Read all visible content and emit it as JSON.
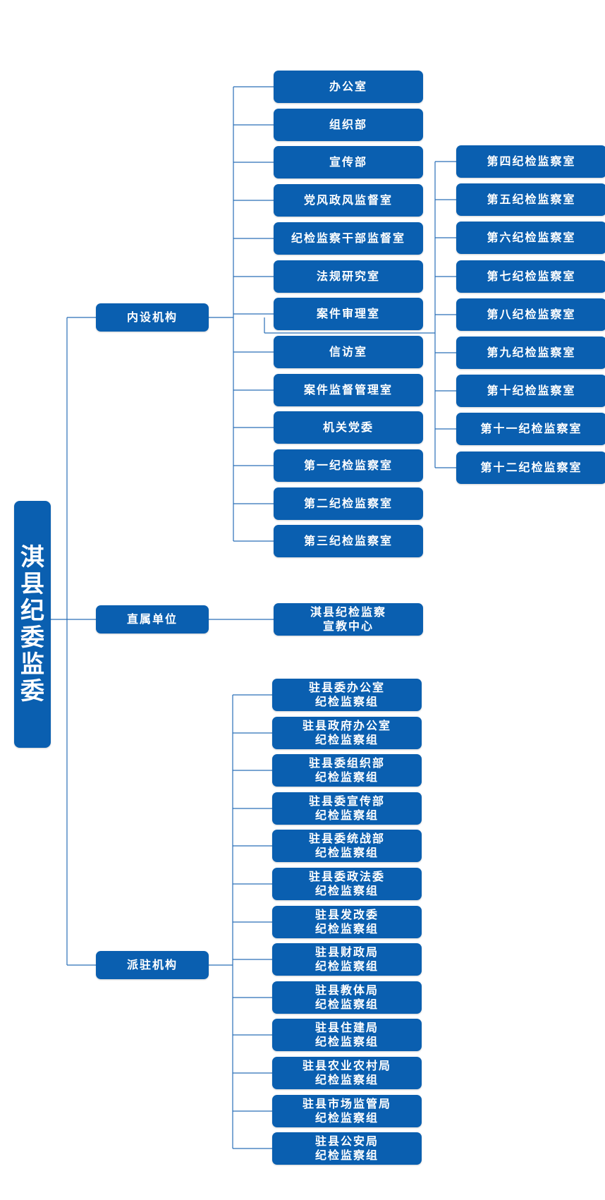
{
  "root": {
    "label": "淇县纪委监委"
  },
  "categories": [
    {
      "label": "内设机构",
      "items": [
        "办公室",
        "组织部",
        "宣传部",
        "党风政风监督室",
        "纪检监察干部监督室",
        "法规研究室",
        "案件审理室",
        "信访室",
        "案件监督管理室",
        "机关党委",
        "第一纪检监察室",
        "第二纪检监察室",
        "第三纪检监察室"
      ],
      "more_items": [
        "第四纪检监察室",
        "第五纪检监察室",
        "第六纪检监察室",
        "第七纪检监察室",
        "第八纪检监察室",
        "第九纪检监察室",
        "第十纪检监察室",
        "第十一纪检监察室",
        "第十二纪检监察室"
      ]
    },
    {
      "label": "直属单位",
      "items": [
        [
          "淇县纪检监察",
          "宣教中心"
        ]
      ]
    },
    {
      "label": "派驻机构",
      "items": [
        [
          "驻县委办公室",
          "纪检监察组"
        ],
        [
          "驻县政府办公室",
          "纪检监察组"
        ],
        [
          "驻县委组织部",
          "纪检监察组"
        ],
        [
          "驻县委宣传部",
          "纪检监察组"
        ],
        [
          "驻县委统战部",
          "纪检监察组"
        ],
        [
          "驻县委政法委",
          "纪检监察组"
        ],
        [
          "驻县发改委",
          "纪检监察组"
        ],
        [
          "驻县财政局",
          "纪检监察组"
        ],
        [
          "驻县教体局",
          "纪检监察组"
        ],
        [
          "驻县住建局",
          "纪检监察组"
        ],
        [
          "驻县农业农村局",
          "纪检监察组"
        ],
        [
          "驻县市场监管局",
          "纪检监察组"
        ],
        [
          "驻县公安局",
          "纪检监察组"
        ]
      ]
    }
  ],
  "colors": {
    "box": "#0a5fb0",
    "line": "#2a6fb8",
    "text": "#ffffff"
  }
}
